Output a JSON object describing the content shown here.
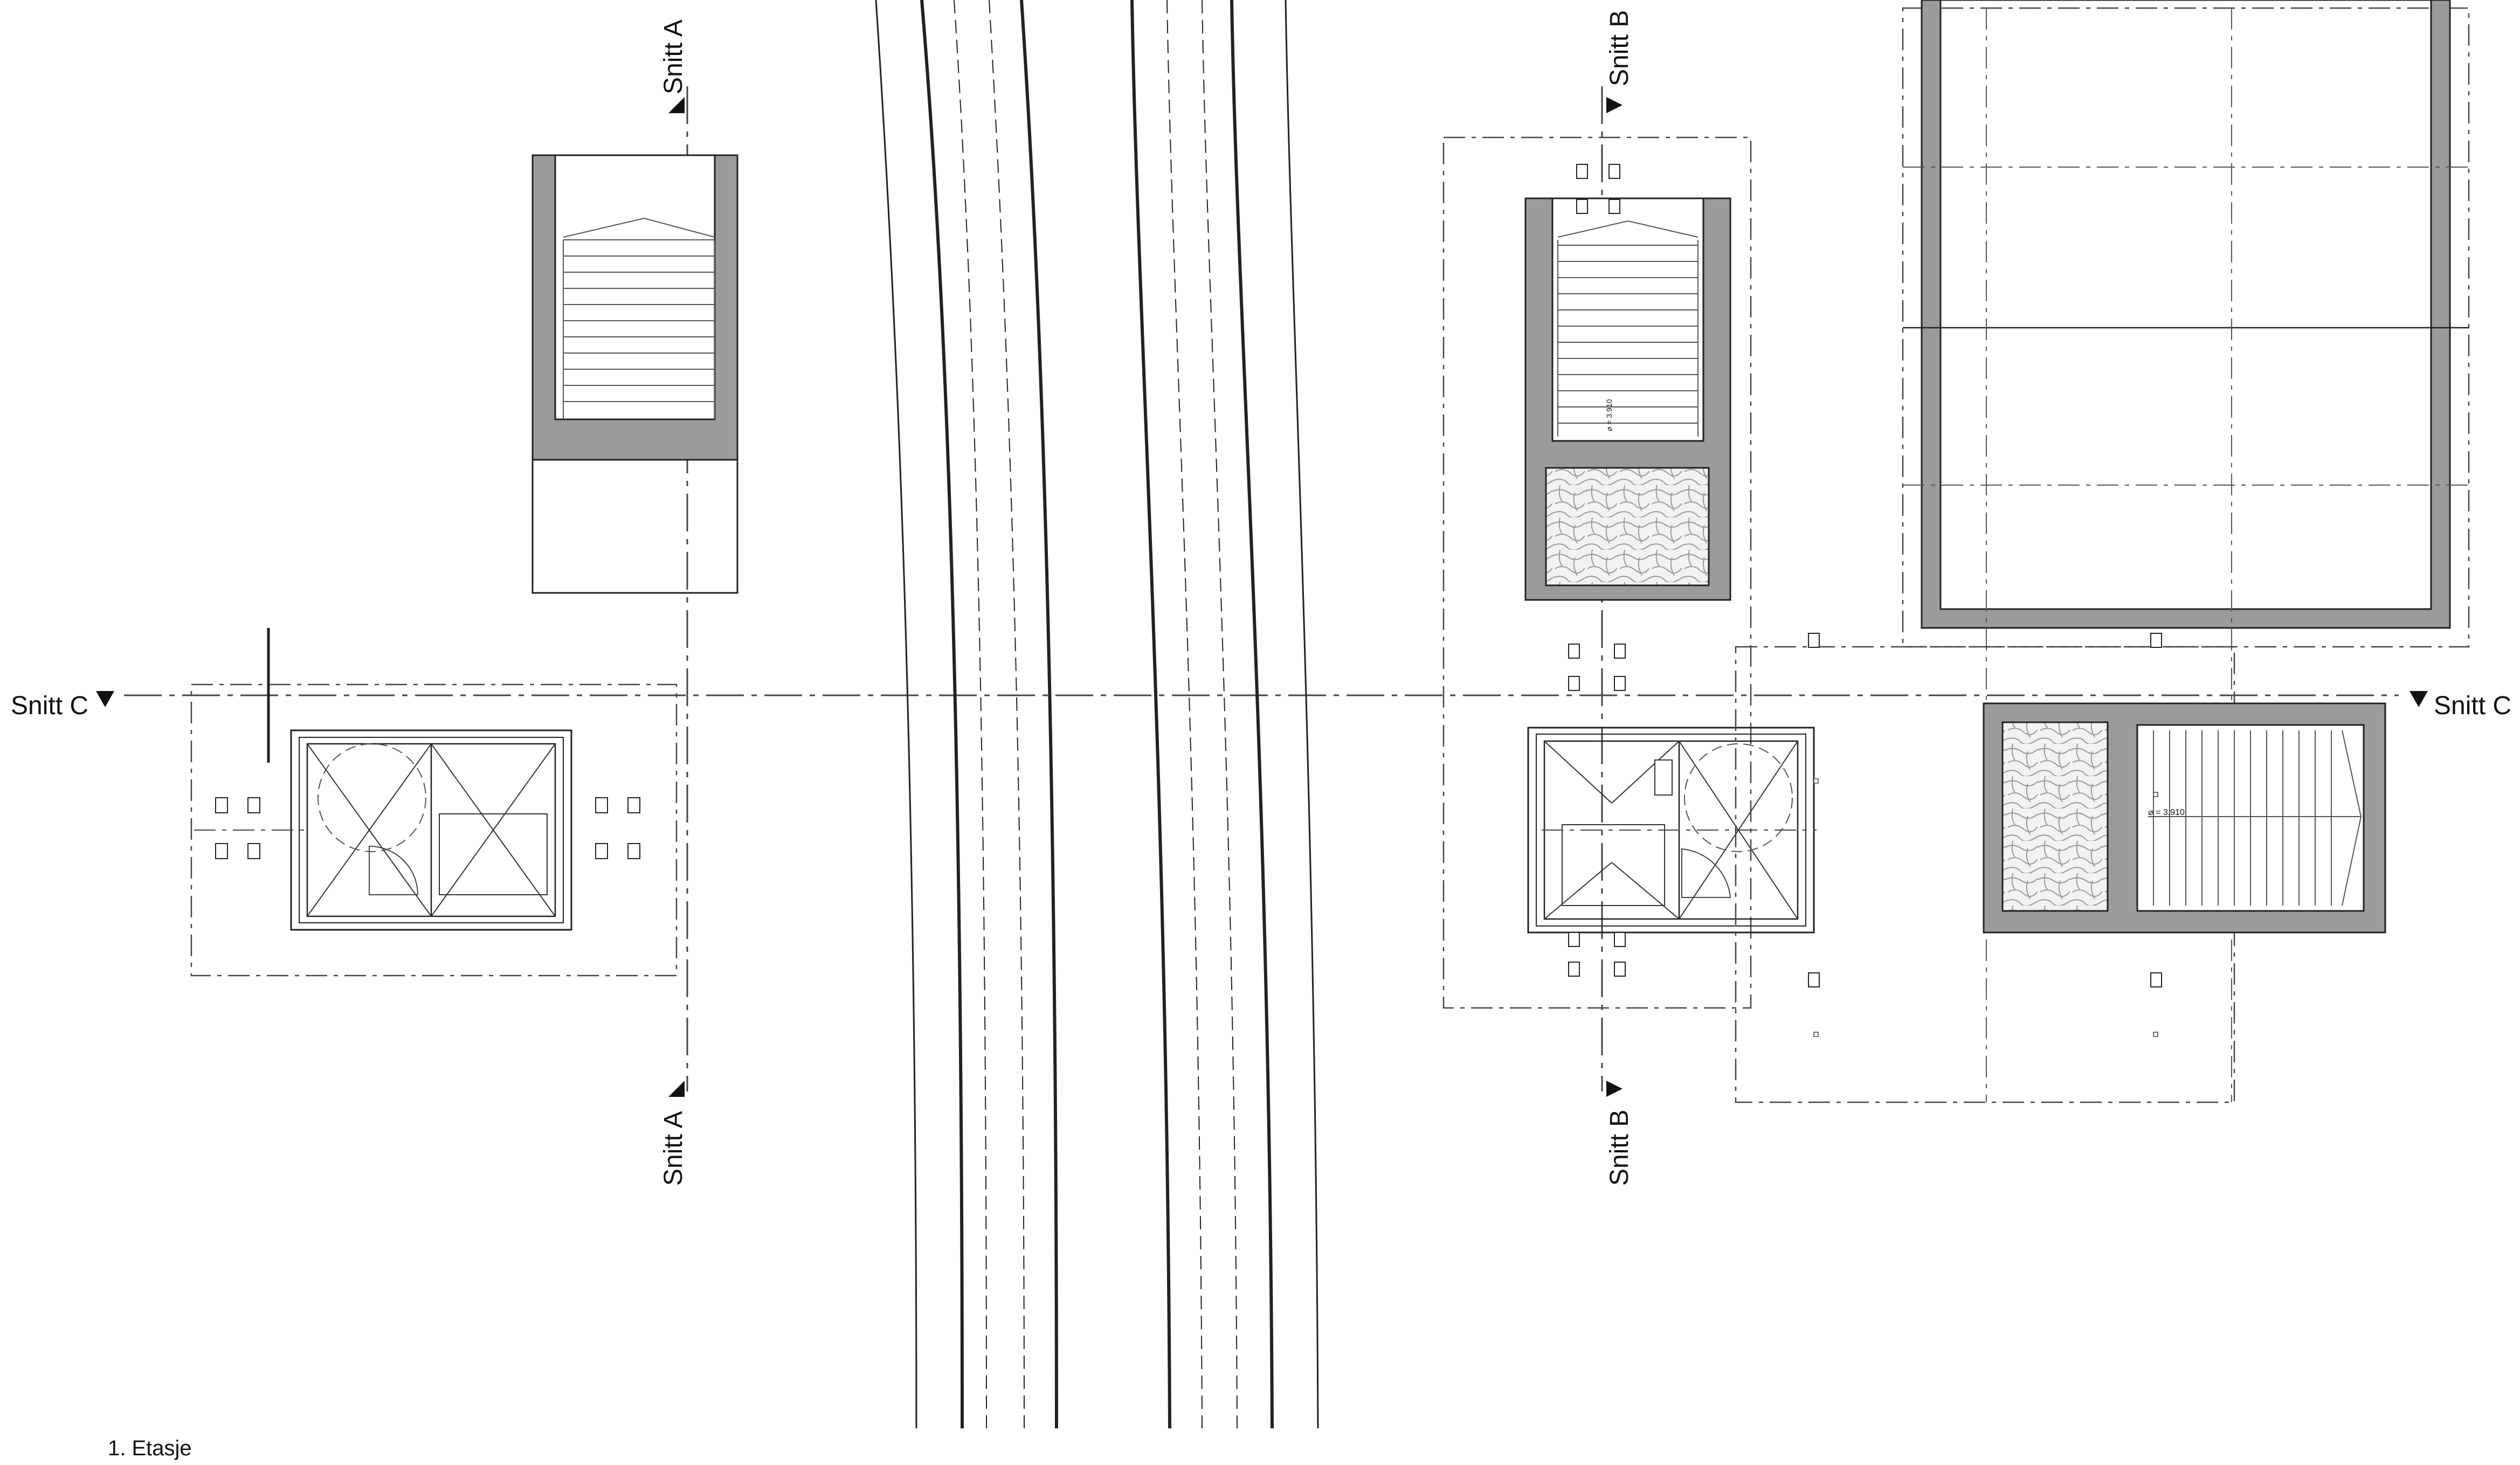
{
  "title": "1. Etasje",
  "section_labels": {
    "a": "Snitt A",
    "b": "Snitt B",
    "c": "Snitt C"
  },
  "dimension_label": "⌀ = 3.910",
  "colors": {
    "line": "#1a1a1a",
    "wall": "#9b9b9b",
    "stone_fill": "#eeeeee",
    "dashdot": "#444444"
  }
}
